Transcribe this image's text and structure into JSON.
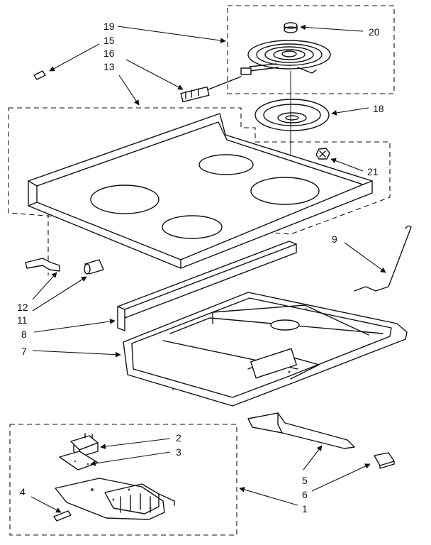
{
  "diagram": {
    "callouts": [
      "19",
      "15",
      "16",
      "13",
      "20",
      "18",
      "21",
      "9",
      "12",
      "11",
      "8",
      "7",
      "2",
      "3",
      "4",
      "5",
      "6",
      "1"
    ]
  }
}
